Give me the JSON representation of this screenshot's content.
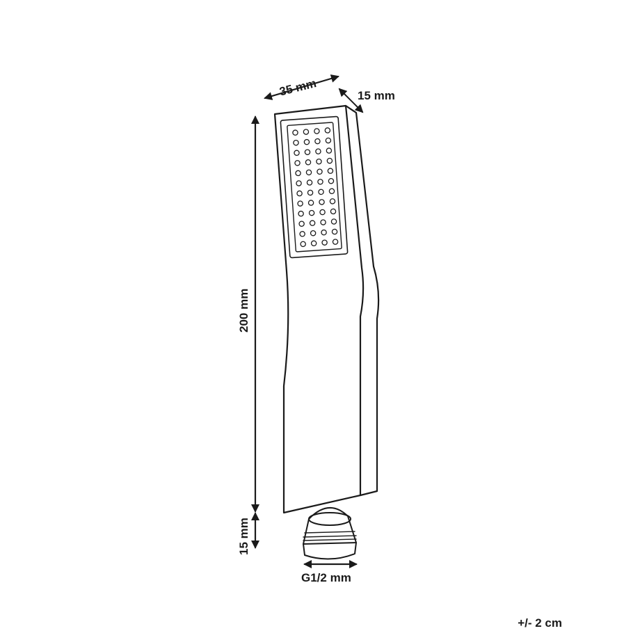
{
  "dimensions": {
    "width": "35 mm",
    "depth": "15 mm",
    "height": "200 mm",
    "connector_height": "15 mm",
    "thread": "G1/2 mm"
  },
  "tolerance": "+/- 2 cm",
  "colors": {
    "line": "#1a1a1a",
    "background": "#ffffff"
  }
}
